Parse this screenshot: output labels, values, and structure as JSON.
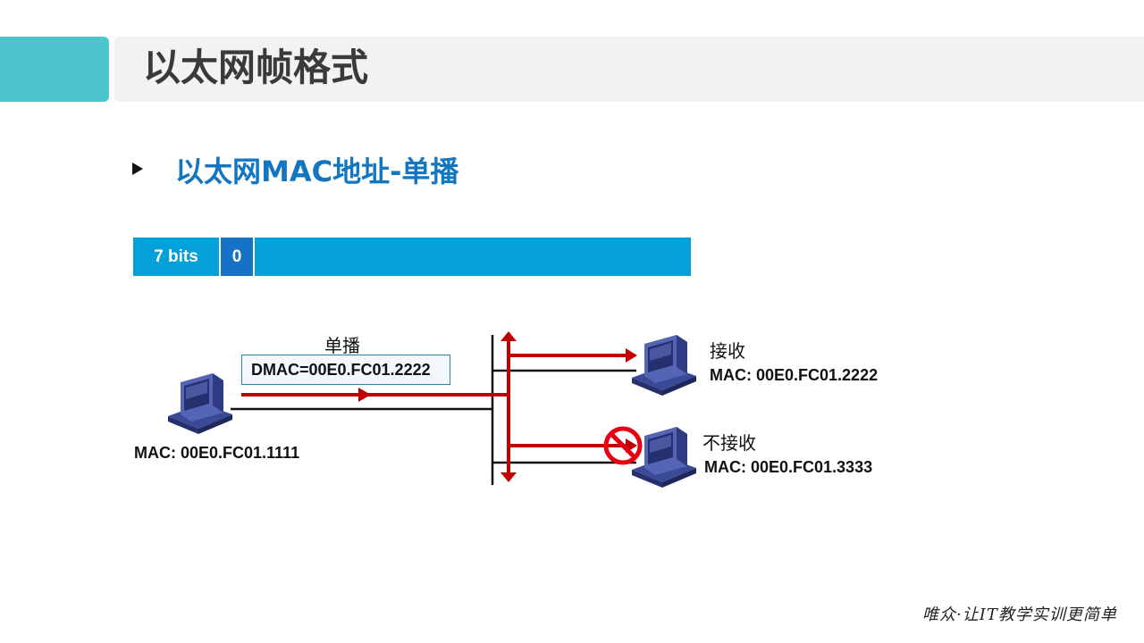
{
  "title": "以太网帧格式",
  "subtitle": "以太网MAC地址-单播",
  "bit_field": {
    "segment1": "7 bits",
    "segment2": "0"
  },
  "diagram": {
    "sender_mac": "MAC: 00E0.FC01.1111",
    "unicast_label": "单播",
    "dmac": "DMAC=00E0.FC01.2222",
    "receiver1_status": "接收",
    "receiver1_mac": "MAC: 00E0.FC01.2222",
    "receiver2_status": "不接收",
    "receiver2_mac": "MAC: 00E0.FC01.3333",
    "colors": {
      "frame_arrow": "#c00000",
      "reject_sign": "#e60012",
      "computer": "#4a5aa8"
    }
  },
  "footer": "唯众·让IT教学实训更简单"
}
